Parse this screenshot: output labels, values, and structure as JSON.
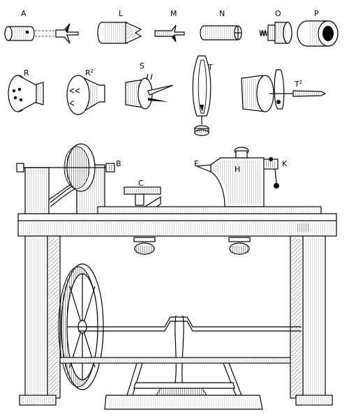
{
  "labels": {
    "A": "A",
    "L": "L",
    "M": "M",
    "N": "N",
    "O": "O",
    "P": "P",
    "R": "R",
    "R2_base": "R",
    "R2_sup": "2",
    "S": "S",
    "T": "T",
    "T2_base": "T",
    "T2_sup": "2",
    "B": "B",
    "C": "C",
    "E": "E",
    "H": "H",
    "K": "K"
  },
  "colors": {
    "ink": "#000000",
    "paper": "#ffffff"
  }
}
